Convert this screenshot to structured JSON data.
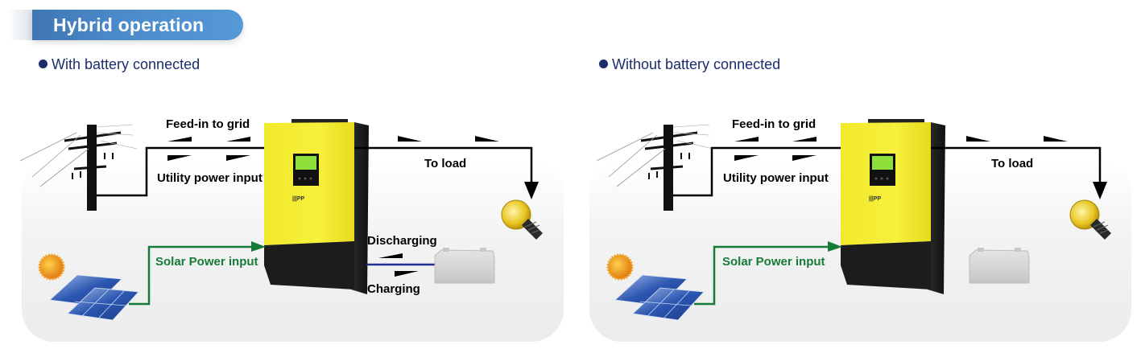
{
  "header": {
    "title": "Hybrid operation"
  },
  "scenarios": [
    {
      "subtitle": "With battery connected",
      "labels": {
        "feed_in": "Feed-in to grid",
        "utility": "Utility power input",
        "to_load": "To load",
        "solar": "Solar Power input",
        "discharging": "Discharging",
        "charging": "Charging"
      }
    },
    {
      "subtitle": "Without battery connected",
      "labels": {
        "feed_in": "Feed-in to grid",
        "utility": "Utility power input",
        "to_load": "To load",
        "solar": "Solar Power input"
      }
    }
  ],
  "colors": {
    "banner": "#4b8ac9",
    "subtitle": "#1b2d6b",
    "solar_line": "#177a38",
    "battery_line": "#1e2f8f",
    "inverter_body": "#f5ee2f"
  }
}
